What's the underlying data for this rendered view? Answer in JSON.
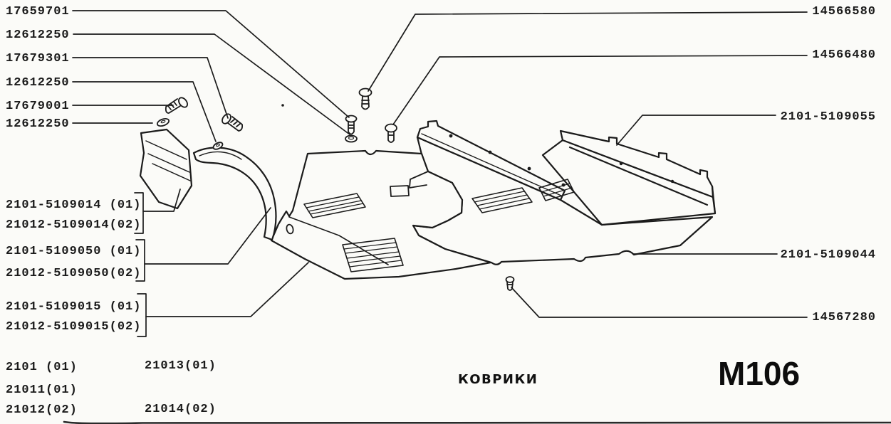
{
  "page": {
    "code": "M106",
    "title": "КОВРИКИ"
  },
  "fastener_callouts_left": [
    "17659701",
    "12612250",
    "17679301",
    "12612250",
    "17679001",
    "12612250"
  ],
  "part_callouts_right": [
    "14566580",
    "14566480",
    "2101-5109055",
    "2101-5109044",
    "14567280"
  ],
  "part_groups_left": [
    {
      "line1": "2101-5109014 (01)",
      "line2": "21012-5109014(02)"
    },
    {
      "line1": "2101-5109050 (01)",
      "line2": "21012-5109050(02)"
    },
    {
      "line1": "2101-5109015 (01)",
      "line2": "21012-5109015(02)"
    }
  ],
  "applicability": {
    "col1": [
      "2101 (01)",
      "21011(01)",
      "21012(02)"
    ],
    "col2": [
      "21013(01)",
      "21014(02)"
    ]
  }
}
